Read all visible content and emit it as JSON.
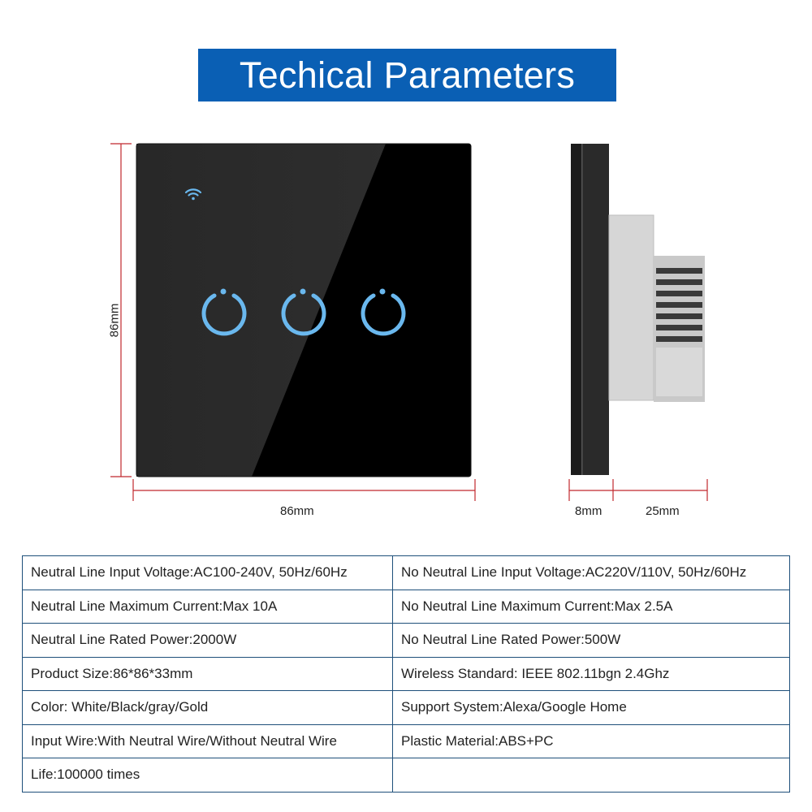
{
  "header": {
    "title": "Techical Parameters"
  },
  "dimensions": {
    "width_label": "86mm",
    "height_label": "86mm",
    "depth_front_label": "8mm",
    "depth_back_label": "25mm"
  },
  "product": {
    "panel_color": "#000000",
    "icon_color": "#6ab8ee",
    "icons": [
      "wifi-icon",
      "power-icon",
      "power-icon",
      "power-icon"
    ]
  },
  "colors": {
    "banner": "#0a5fb4",
    "dimension_line": "#c0282d",
    "table_border": "#1e4f7a"
  },
  "table": {
    "rows": [
      [
        "Neutral Line Input Voltage:AC100-240V, 50Hz/60Hz",
        "No Neutral Line Input Voltage:AC220V/110V, 50Hz/60Hz"
      ],
      [
        "Neutral Line Maximum Current:Max 10A",
        "No Neutral Line Maximum Current:Max 2.5A"
      ],
      [
        "Neutral Line Rated Power:2000W",
        "No Neutral Line Rated Power:500W"
      ],
      [
        "Product Size:86*86*33mm",
        "Wireless Standard: IEEE 802.11bgn 2.4Ghz"
      ],
      [
        "Color: White/Black/gray/Gold",
        "Support System:Alexa/Google Home"
      ],
      [
        "Input Wire:With Neutral Wire/Without Neutral Wire",
        "Plastic Material:ABS+PC"
      ],
      [
        "Life:100000 times",
        ""
      ]
    ]
  }
}
